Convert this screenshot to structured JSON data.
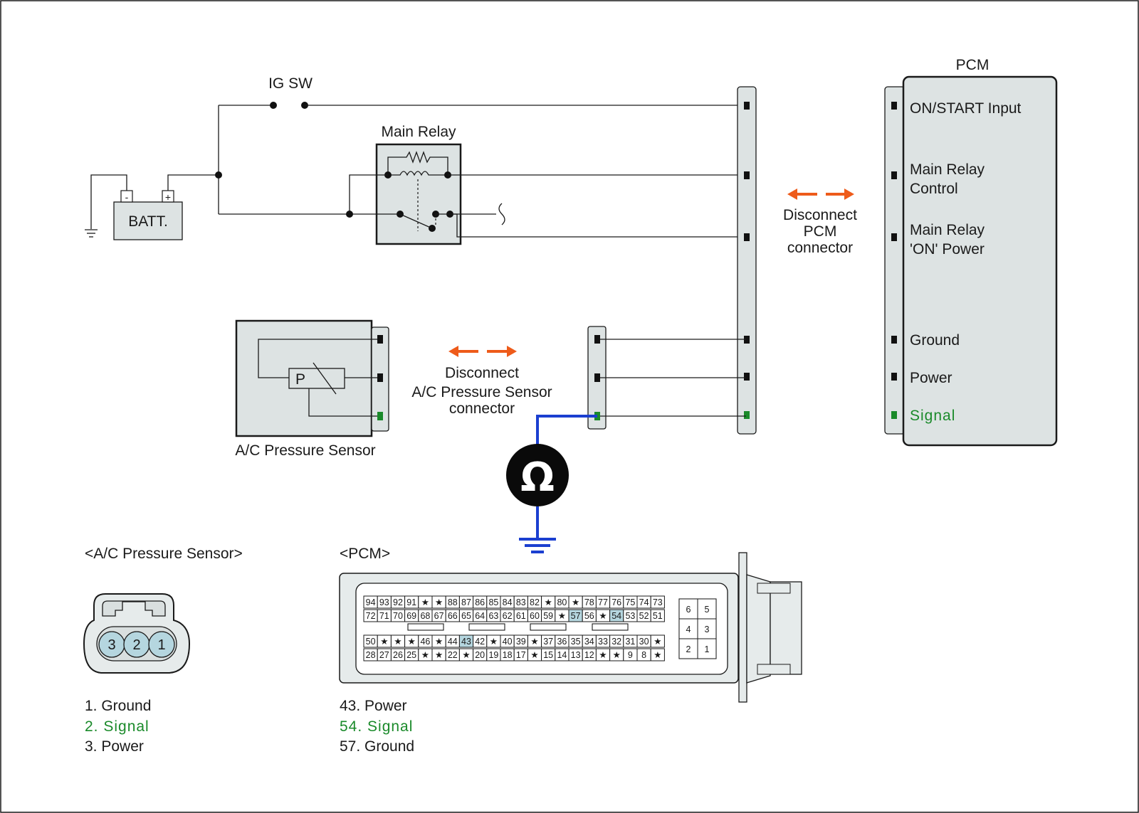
{
  "labels": {
    "ig_sw": "IG SW",
    "main_relay": "Main Relay",
    "batt": "BATT.",
    "batt_minus": "-",
    "batt_plus": "+",
    "pcm_title": "PCM",
    "pcm_pins": [
      {
        "text": [
          "ON/START Input"
        ],
        "color": "#1a1a1a"
      },
      {
        "text": [
          "Main Relay",
          "Control"
        ],
        "color": "#1a1a1a"
      },
      {
        "text": [
          "Main Relay",
          "'ON' Power"
        ],
        "color": "#1a1a1a"
      },
      {
        "text": [
          "Ground"
        ],
        "color": "#1a1a1a"
      },
      {
        "text": [
          "Power"
        ],
        "color": "#1a1a1a"
      },
      {
        "text": [
          "Signal"
        ],
        "color": "#1a8a2a"
      }
    ],
    "disconnect_pcm": [
      "Disconnect",
      "PCM",
      "connector"
    ],
    "disconnect_sensor": [
      "Disconnect",
      "A/C Pressure Sensor",
      "connector"
    ],
    "sensor_name": "A/C Pressure Sensor",
    "sensor_p": "P",
    "ohm_symbol": "Ω",
    "sensor_connector_title": "<A/C Pressure Sensor>",
    "pcm_connector_title": "<PCM>"
  },
  "sensor_connector": {
    "pins": [
      "3",
      "2",
      "1"
    ],
    "highlight_color": "#b5d6df",
    "legend": [
      {
        "text": "1. Ground",
        "color": "#1a1a1a"
      },
      {
        "text": "2. Signal",
        "color": "#1a8a2a"
      },
      {
        "text": "3. Power",
        "color": "#1a1a1a"
      }
    ]
  },
  "pcm_connector": {
    "rows": [
      [
        "94",
        "93",
        "92",
        "91",
        "★",
        "★",
        "88",
        "87",
        "86",
        "85",
        "84",
        "83",
        "82",
        "★",
        "80",
        "★",
        "78",
        "77",
        "76",
        "75",
        "74",
        "73"
      ],
      [
        "72",
        "71",
        "70",
        "69",
        "68",
        "67",
        "66",
        "65",
        "64",
        "63",
        "62",
        "61",
        "60",
        "59",
        "★",
        "57",
        "56",
        "★",
        "54",
        "53",
        "52",
        "51"
      ],
      [
        "50",
        "★",
        "★",
        "★",
        "46",
        "★",
        "44",
        "43",
        "42",
        "★",
        "40",
        "39",
        "★",
        "37",
        "36",
        "35",
        "34",
        "33",
        "32",
        "31",
        "30",
        "★"
      ],
      [
        "28",
        "27",
        "26",
        "25",
        "★",
        "★",
        "22",
        "★",
        "20",
        "19",
        "18",
        "17",
        "★",
        "15",
        "14",
        "13",
        "12",
        "★",
        "★",
        "9",
        "8",
        "★"
      ]
    ],
    "highlighted": [
      "43",
      "54",
      "57"
    ],
    "highlight_color": "#b5d6df",
    "side_block": [
      [
        "6",
        "5"
      ],
      [
        "4",
        "3"
      ],
      [
        "2",
        "1"
      ]
    ],
    "legend": [
      {
        "text": "43. Power",
        "color": "#1a1a1a"
      },
      {
        "text": "54. Signal",
        "color": "#1a8a2a"
      },
      {
        "text": "57. Ground",
        "color": "#1a1a1a"
      }
    ]
  },
  "colors": {
    "arrow": "#ee5b1a",
    "meter_wire": "#1b3fd0",
    "signal_green": "#1a8a2a",
    "component_fill": "#dde3e3"
  }
}
